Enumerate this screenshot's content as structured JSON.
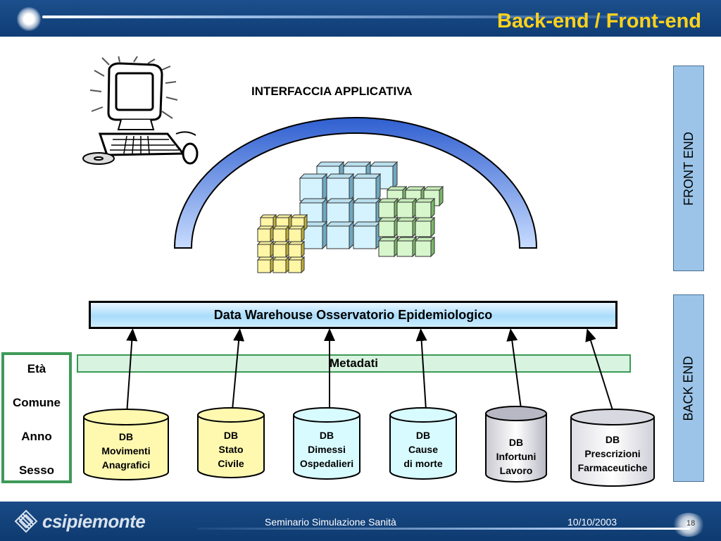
{
  "header": {
    "title": "Back-end / Front-end"
  },
  "diagram": {
    "interface_label": "INTERFACCIA APPLICATIVA",
    "front_end_label": "FRONT END",
    "back_end_label": "BACK END",
    "data_warehouse_label": "Data Warehouse Osservatorio Epidemiologico",
    "metadata_label": "Metadati",
    "dimensions": [
      "Età",
      "Comune",
      "Anno",
      "Sesso"
    ],
    "databases": [
      {
        "lines": [
          "DB",
          "Movimenti",
          "Anagrafici"
        ],
        "color": "#fff9b0"
      },
      {
        "lines": [
          "DB",
          "Stato",
          "Civile"
        ],
        "color": "#fff9b0"
      },
      {
        "lines": [
          "DB",
          "Dimessi",
          "Ospedalieri"
        ],
        "color": "#d8fbff"
      },
      {
        "lines": [
          "DB",
          "Cause",
          "di morte"
        ],
        "color": "#d8fbff"
      },
      {
        "lines": [
          "DB",
          "Infortuni",
          "Lavoro"
        ],
        "color": "#e8e8ee"
      },
      {
        "lines": [
          "DB",
          "Prescrizioni",
          "Farmaceutiche"
        ],
        "color": "#f4f4f8"
      }
    ]
  },
  "footer": {
    "logo_text": "csipiemonte",
    "title": "Seminario Simulazione Sanità",
    "date": "10/10/2003",
    "page": "18"
  }
}
